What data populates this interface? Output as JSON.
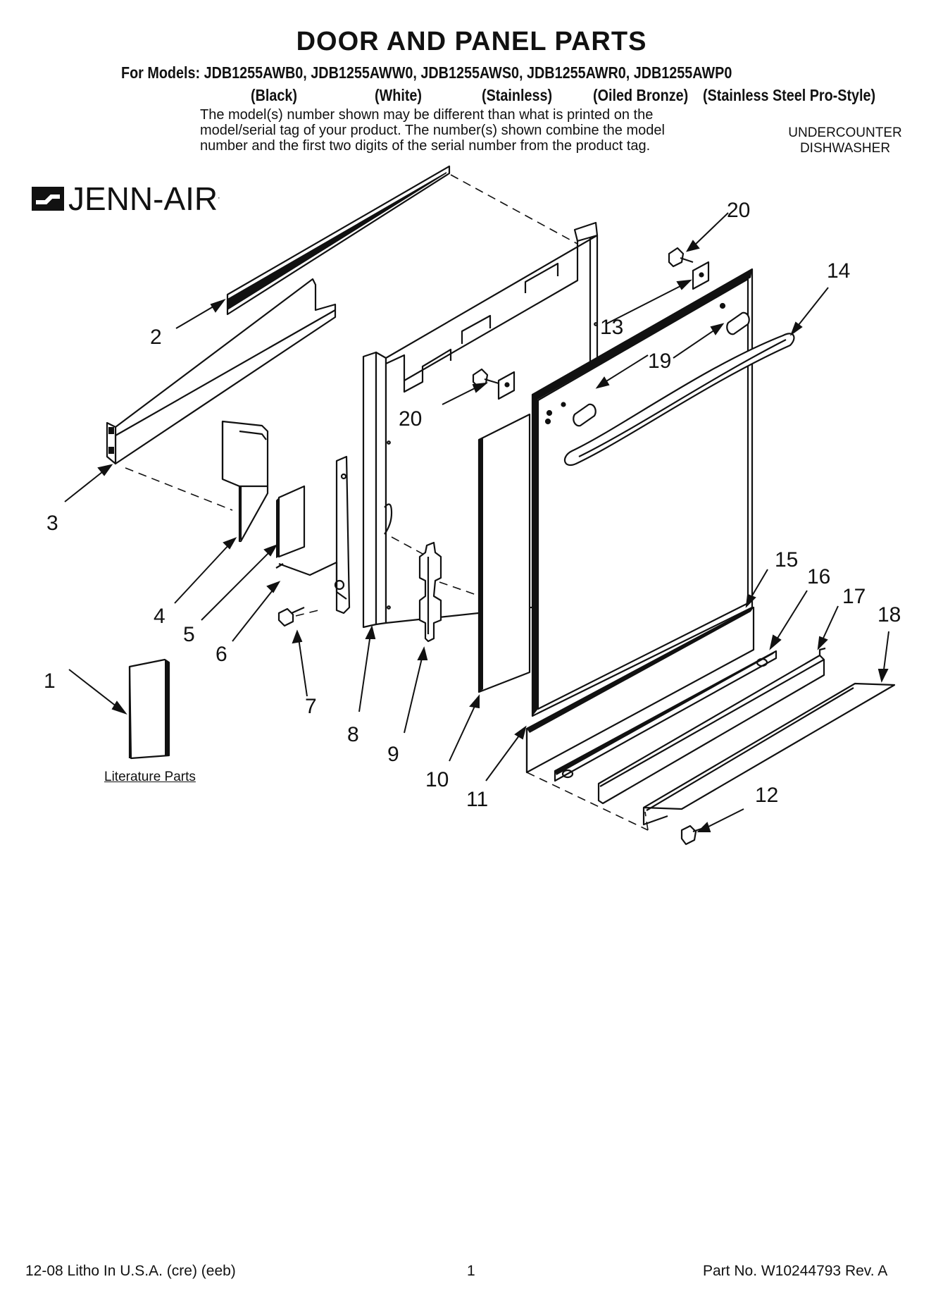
{
  "header": {
    "title": "DOOR AND PANEL PARTS",
    "models_line": "For Models: JDB1255AWB0, JDB1255AWW0, JDB1255AWS0, JDB1255AWR0, JDB1255AWP0",
    "finishes": [
      "(Black)",
      "(White)",
      "(Stainless)",
      "(Oiled Bronze)",
      "(Stainless Steel Pro-Style)"
    ],
    "disclaimer_lines": [
      "The model(s) number shown may be different than what is printed on the",
      "model/serial tag of your product. The number(s) shown combine the model",
      "number and the first two digits of the serial number from the product tag."
    ],
    "product_type_lines": [
      "UNDERCOUNTER",
      "DISHWASHER"
    ]
  },
  "brand": {
    "name": "JENN-AIR",
    "mark": "."
  },
  "callouts": [
    "1",
    "2",
    "3",
    "4",
    "5",
    "6",
    "7",
    "8",
    "9",
    "10",
    "11",
    "12",
    "13",
    "14",
    "15",
    "16",
    "17",
    "18",
    "19",
    "20",
    "20"
  ],
  "literature_label": "Literature Parts",
  "footer": {
    "left": "12-08 Litho In U.S.A. (cre) (eeb)",
    "page": "1",
    "part_no": "Part No. W10244793 Rev. A"
  }
}
